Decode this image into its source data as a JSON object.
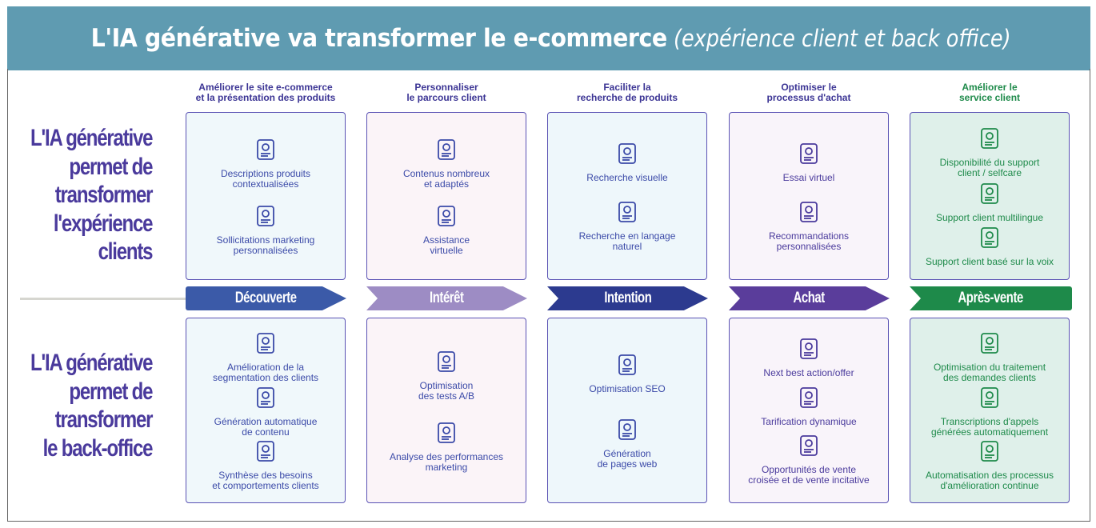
{
  "title": {
    "main": "L'IA générative va transformer le e-commerce",
    "sub": "(expérience client et back office)"
  },
  "side": {
    "top": [
      "L'IA générative",
      "permet de",
      "transformer",
      "l'expérience",
      "clients"
    ],
    "bottom": [
      "L'IA générative",
      "permet de",
      "transformer",
      "le back-office"
    ]
  },
  "colors": {
    "title_bar": "#5f9bb1",
    "side_text": "#4a3a9c",
    "border": "#5a52b4"
  },
  "columns": [
    {
      "heading": "Améliorer le site e-commerce\net la présentation des produits",
      "stage": "Découverte",
      "stage_color": "#3b5aa8",
      "text_color": "#3b4aa8",
      "box_bg": "#f0f8fb",
      "arrow_tail": "flat",
      "top": [
        {
          "icon": "clipboard-icon",
          "label": "Descriptions produits\ncontextualisées"
        },
        {
          "icon": "megaphone-icon",
          "label": "Sollicitations marketing\npersonnalisées"
        }
      ],
      "bottom": [
        {
          "icon": "segmentation-icon",
          "label": "Amélioration de la\nsegmentation des clients"
        },
        {
          "icon": "content-generation-icon",
          "label": "Génération automatique\nde contenu"
        },
        {
          "icon": "network-icon",
          "label": "Synthèse des besoins\net comportements clients"
        }
      ]
    },
    {
      "heading": "Personnaliser\nle parcours client",
      "stage": "Intérêt",
      "stage_color": "#9d8cc4",
      "text_color": "#3b4aa8",
      "box_bg": "#fbf4f8",
      "arrow_tail": "notch",
      "top": [
        {
          "icon": "media-icon",
          "label": "Contenus nombreux\net adaptés"
        },
        {
          "icon": "robot-icon",
          "label": "Assistance\nvirtuelle"
        }
      ],
      "bottom": [
        {
          "icon": "ab-test-icon",
          "label": "Optimisation\ndes tests A/B"
        },
        {
          "icon": "dashboard-icon",
          "label": "Analyse des performances\nmarketing"
        }
      ]
    },
    {
      "heading": "Faciliter la\nrecherche de produits",
      "stage": "Intention",
      "stage_color": "#2c3a8f",
      "text_color": "#3b4aa8",
      "box_bg": "#eef7fb",
      "arrow_tail": "notch",
      "top": [
        {
          "icon": "image-search-icon",
          "label": "Recherche visuelle"
        },
        {
          "icon": "language-search-icon",
          "label": "Recherche en langage\nnaturel"
        }
      ],
      "bottom": [
        {
          "icon": "globe-icon",
          "label": "Optimisation SEO"
        },
        {
          "icon": "webpage-icon",
          "label": "Génération\nde pages web"
        }
      ]
    },
    {
      "heading": "Optimiser le\nprocessus d'achat",
      "stage": "Achat",
      "stage_color": "#5a3d9b",
      "text_color": "#4a3a9c",
      "box_bg": "#f9f4fa",
      "arrow_tail": "notch",
      "top": [
        {
          "icon": "virtual-try-on-icon",
          "label": "Essai virtuel"
        },
        {
          "icon": "recommendation-icon",
          "label": "Recommandations\npersonnalisées"
        }
      ],
      "bottom": [
        {
          "icon": "shop-icon",
          "label": "Next best action/offer"
        },
        {
          "icon": "dynamic-pricing-icon",
          "label": "Tarification dynamique"
        },
        {
          "icon": "cart-icon",
          "label": "Opportunités de vente\ncroisée et de vente incitative"
        }
      ]
    },
    {
      "heading": "Améliorer le\nservice client",
      "stage": "Après-vente",
      "stage_color": "#1e8a4a",
      "text_color": "#1e8a4a",
      "box_bg": "#dff0ea",
      "arrow_tail": "notch",
      "top": [
        {
          "icon": "support-agent-icon",
          "label": "Disponibilité du support\nclient / selfcare"
        },
        {
          "icon": "multilingual-chat-icon",
          "label": "Support client multilingue"
        },
        {
          "icon": "voice-icon",
          "label": "Support client basé sur la voix"
        }
      ],
      "bottom": [
        {
          "icon": "workflow-icon",
          "label": "Optimisation du traitement\ndes demandes clients"
        },
        {
          "icon": "transcript-icon",
          "label": "Transcriptions d'appels\ngénérées automatiquement"
        },
        {
          "icon": "continuous-improvement-icon",
          "label": "Automatisation des processus\nd'amélioration continue"
        }
      ]
    }
  ]
}
